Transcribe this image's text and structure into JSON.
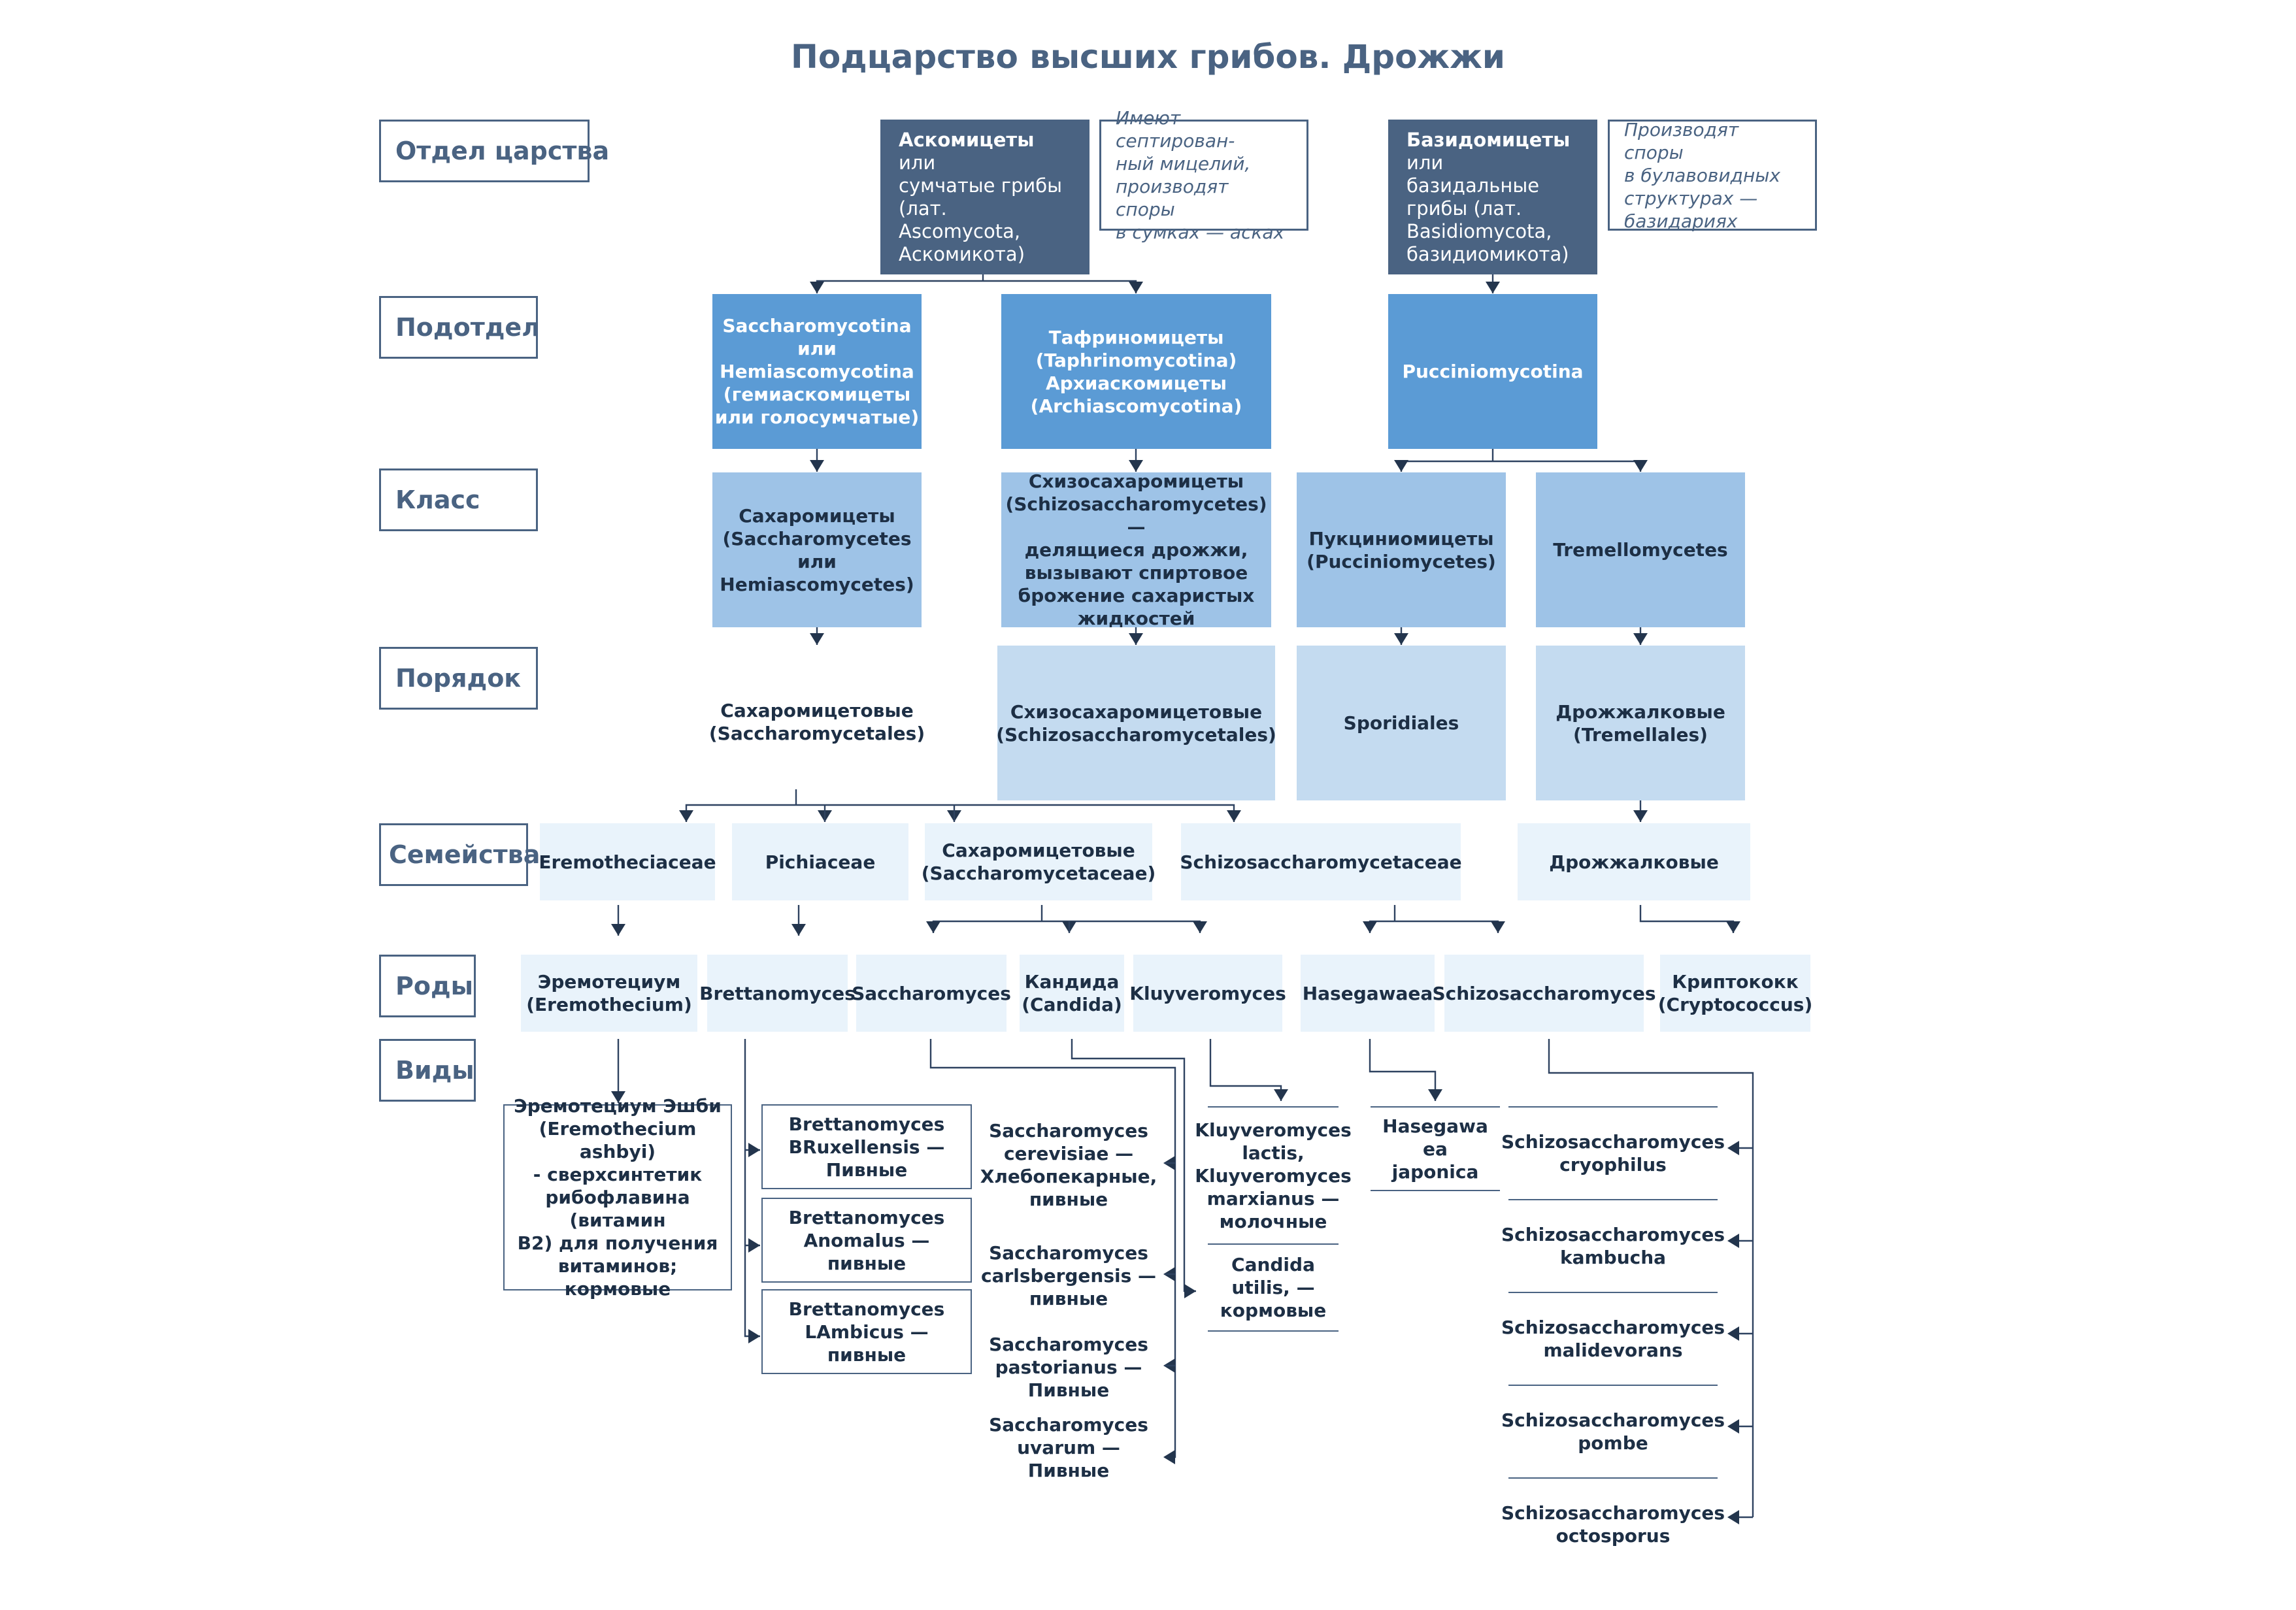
{
  "title": "Подцарство высших грибов. Дрожжи",
  "levels": {
    "division": "Отдел царства",
    "subdivision": "Подотдел",
    "class": "Класс",
    "order": "Порядок",
    "families": "Семейства",
    "genera": "Роды",
    "species": "Виды"
  },
  "divisions": {
    "asco_bold": "Аскомицеты",
    "asco_rest": " или\nсумчатые грибы\n(лат. Ascomycota,\nАскомикота)",
    "asco_note": "Имеют септирован-\nный мицелий,\nпроизводят споры\nв сумках — асках",
    "basidio_bold": "Базидомицеты",
    "basidio_rest": "\nили базидальные\nгрибы (лат.\nBasidiomycota,\nбазидиомикота)",
    "basidio_note": "Производят споры\nв булавовидных\nструктурах —\nбазидариях"
  },
  "subdivisions": {
    "saccharomycotina": "Saccharomycotina\nили\nHemiascomycotina\n(гемиаскомицеты\nили голосумчатые)",
    "taphrinomycotina": "Тафриномицеты\n(Taphrinomycotina)\nАрхиаскомицеты\n(Archiascomycotina)",
    "pucciniomycotina": "Pucciniomycotina"
  },
  "classes": {
    "saccharomycetes": "Сахаромицеты\n(Saccharomycetes\nили\nHemiascomycetes)",
    "schizosaccharomycetes": "Схизосахаромицеты\n(Schizosaccharomycetes) —\nделящиеся дрожжи,\nвызывают спиртовое\nброжение сахаристых\nжидкостей",
    "pucciniomycetes": "Пукциниомицеты\n(Pucciniomycetes)",
    "tremellomycetes": "Tremellomycetes"
  },
  "orders": {
    "saccharomycetales": "Сахаромицетовые\n(Saccharomycetales)",
    "schizosaccharomycetales": "Схизосахаромицетовые\n(Schizosaccharomycetales)",
    "sporidiales": "Sporidiales",
    "tremellales": "Дрожжалковые\n(Tremellales)"
  },
  "families": {
    "eremotheciaceae": "Eremotheciaceae",
    "pichiaceae": "Pichiaceae",
    "saccharomycetaceae": "Сахаромицетовые\n(Saccharomycetaceae)",
    "schizosaccharomycetaceae": "Schizosaccharomycetaceae",
    "tremellaceae": "Дрожжалковые"
  },
  "genera": {
    "eremothecium": "Эремотециум\n(Eremothecium)",
    "brettanomyces": "Brettanomyces",
    "saccharomyces": "Saccharomyces",
    "candida": "Кандида\n(Candida)",
    "kluyveromyces": "Kluyveromyces",
    "hasegawaea": "Hasegawaea",
    "schizosaccharomyces": "Schizosaccharomyces",
    "cryptococcus": "Криптококк\n(Cryptococcus)"
  },
  "species": {
    "eremothecium_ashbyi": "Эремотециум Эшби\n(Eremothecium ashbyi)\n- сверхсинтетик\nрибофлавина (витамин\nB2) для получения\nвитаминов;\nкормовые",
    "bretta_bruxellensis": "Brettanomyces\nBRuxellensis —\nПивные",
    "bretta_anomalus": "Brettanomyces\nAnomalus — пивные",
    "bretta_lambicus": "Brettanomyces\nLAmbicus — пивные",
    "sacch_cerevisiae": "Saccharomyces\ncerevisiae —\nХлебопекарные,\nпивные",
    "sacch_carlsbergensis": "Saccharomyces\ncarlsbergensis —\nпивные",
    "sacch_pastorianus": "Saccharomyces\npastorianus —\nПивные",
    "sacch_uvarum": "Saccharomyces\nuvarum —Пивные",
    "kluyveromyces_lactis": "Kluyveromyces\nlactis,\nKluyveromyces\nmarxianus —\nмолочные",
    "candida_utilis": "Candida utilis, —\nкормовые",
    "hasegawaea_japonica": "Hasegawa ea\njaponica",
    "schizo_cryophilus": "Schizosaccharomyces\ncryophilus",
    "schizo_kambucha": "Schizosaccharomyces\nkambucha",
    "schizo_malidevorans": "Schizosaccharomyces\nmalidevorans",
    "schizo_pombe": "Schizosaccharomyces\npombe",
    "schizo_octosporus": "Schizosaccharomyces\noctosporus"
  }
}
